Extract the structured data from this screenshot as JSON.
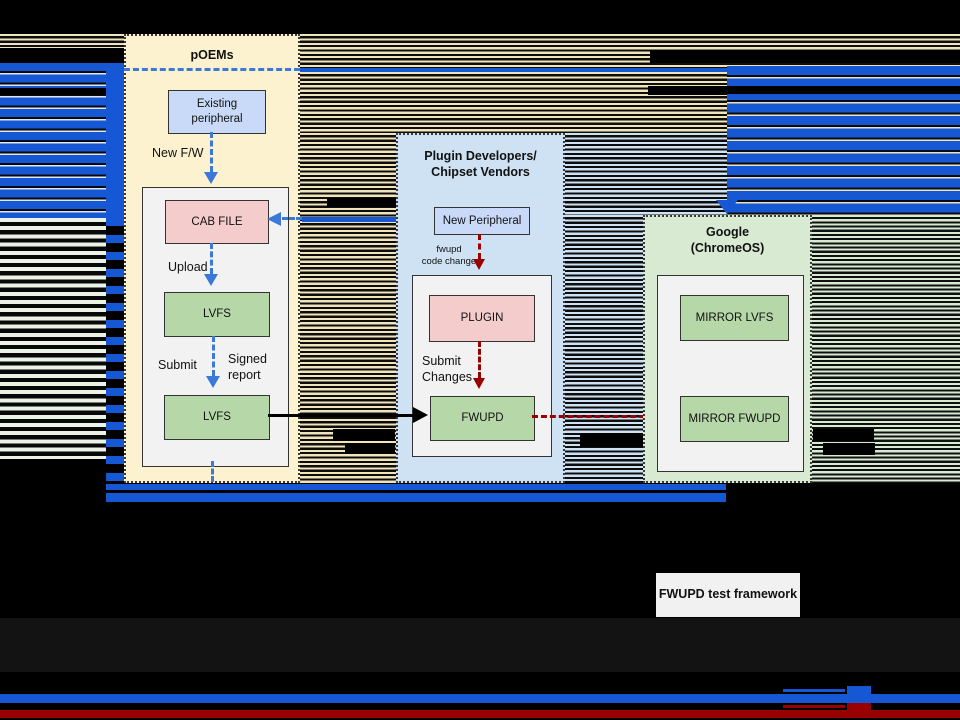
{
  "poems": {
    "title": "pOEMs",
    "existing_peripheral": "Existing\nperipheral",
    "new_fw_label": "New F/W",
    "cab_file": "CAB FILE",
    "upload_label": "Upload",
    "lvfs_top": "LVFS",
    "submit_label": "Submit",
    "signed_report_label": "Signed\nreport",
    "lvfs_bottom": "LVFS"
  },
  "plugin_developers": {
    "title": "Plugin Developers/\nChipset Vendors",
    "new_peripheral": "New Peripheral",
    "fwupd_code_change_label": "fwupd\ncode change",
    "plugin": "PLUGIN",
    "submit_changes_label": "Submit\nChanges",
    "fwupd": "FWUPD"
  },
  "google": {
    "title": "Google\n(ChromeOS)",
    "mirror_lvfs": "MIRROR LVFS",
    "mirror_fwupd": "MIRROR FWUPD"
  },
  "test_framework": {
    "label": "FWUPD test framework"
  },
  "colors": {
    "accent_blue": "#1658d3",
    "arrow_blue": "#3b78d8",
    "arrow_red": "#990000",
    "bar_red": "#990000",
    "poems_fill": "#fdf2cf",
    "plugin_fill": "#cfe2f3",
    "google_fill": "#d9ead3",
    "node_blue": "#c9daf8",
    "node_pink": "#f4cccc",
    "node_green": "#b6d7a8",
    "container_gray": "#f2f2f2"
  }
}
